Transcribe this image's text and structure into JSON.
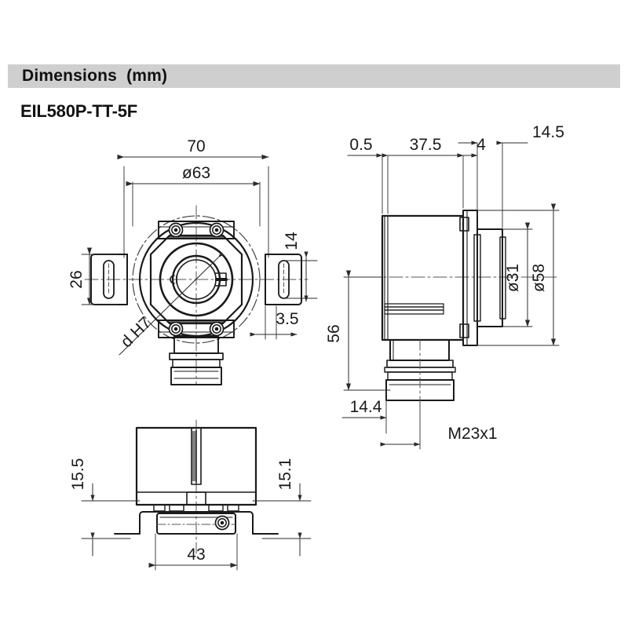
{
  "header": {
    "section_title": "Dimensions  (mm)",
    "model": "EIL580P-TT-5F",
    "bar_color": "#cfcfcf"
  },
  "drawing": {
    "line_color": "#1a1a1a",
    "dim_color": "#2b2b2b",
    "background": "#ffffff",
    "views": [
      {
        "id": "front-view",
        "name": "front view"
      },
      {
        "id": "side-view",
        "name": "side view"
      },
      {
        "id": "bottom-view",
        "name": "bottom view"
      }
    ]
  },
  "dimensions": {
    "front": {
      "overall_width": "70",
      "flange_diameter": "ø63",
      "lug_height": "26",
      "lug_slot_height": "14",
      "lug_thickness": "3.5",
      "bore_callout": "d H7"
    },
    "side": {
      "front_plate": "0.5",
      "body_length": "37.5",
      "collar": "4",
      "spigot_total": "14.5",
      "centre_height": "56",
      "spigot_diameter": "ø31",
      "flange_diameter": "ø58",
      "connector_offset": "14.4",
      "thread": "M23x1"
    },
    "bottom": {
      "left_height": "15.5",
      "right_height": "15.1",
      "base_width": "43"
    }
  }
}
